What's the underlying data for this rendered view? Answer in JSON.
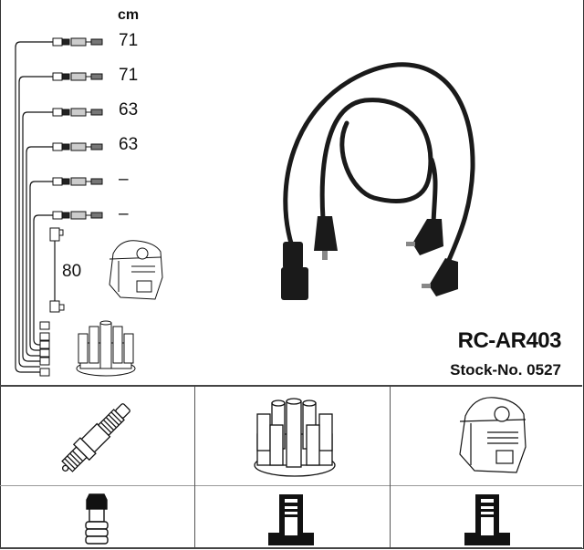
{
  "product": {
    "part_number": "RC-AR403",
    "stock_label": "Stock-No. 0527"
  },
  "lengths": {
    "unit": "cm",
    "cables": [
      "71",
      "71",
      "63",
      "63",
      "–",
      "–"
    ],
    "coil_lead": "80"
  },
  "components": {
    "row1": [
      "spark-plug",
      "distributor-cap",
      "ignition-coil"
    ],
    "row2": [
      "spark-plug-terminal",
      "distributor-terminal",
      "coil-terminal"
    ]
  },
  "colors": {
    "line": "#111111",
    "border": "#444444",
    "cable": "#1a1a1a"
  }
}
